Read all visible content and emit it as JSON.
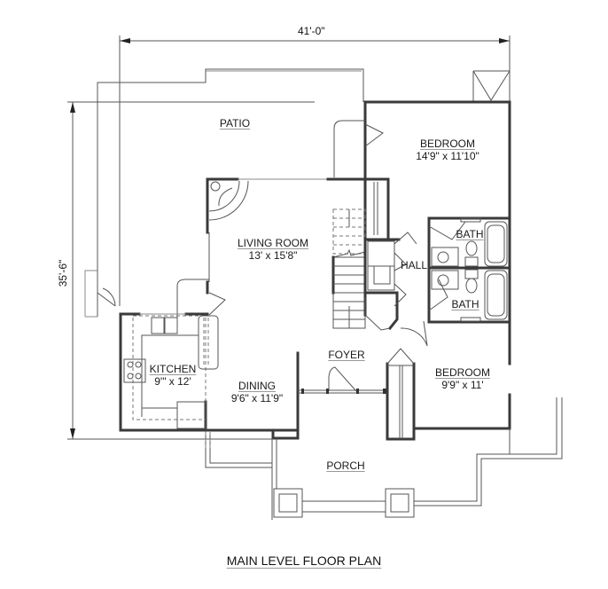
{
  "plan": {
    "title": "MAIN LEVEL FLOOR PLAN",
    "dimensions": {
      "width": "41'-0\"",
      "depth": "35'-6\""
    },
    "rooms": [
      {
        "id": "patio",
        "name": "PATIO",
        "size": ""
      },
      {
        "id": "bedroom-1",
        "name": "BEDROOM",
        "size": "14'9\" x 11'10\""
      },
      {
        "id": "living-room",
        "name": "LIVING ROOM",
        "size": "13' x 15'8\""
      },
      {
        "id": "bath-1",
        "name": "BATH",
        "size": ""
      },
      {
        "id": "hall",
        "name": "HALL",
        "size": ""
      },
      {
        "id": "bath-2",
        "name": "BATH",
        "size": ""
      },
      {
        "id": "kitchen",
        "name": "KITCHEN",
        "size": "9'\" x 12'"
      },
      {
        "id": "foyer",
        "name": "FOYER",
        "size": ""
      },
      {
        "id": "dining",
        "name": "DINING",
        "size": "9'6\" x 11'9\""
      },
      {
        "id": "bedroom-2",
        "name": "BEDROOM",
        "size": "9'9\" x 11'"
      },
      {
        "id": "porch",
        "name": "PORCH",
        "size": ""
      }
    ],
    "colors": {
      "background": "#ffffff",
      "wall": "#3a3a3a",
      "line": "#555555",
      "text": "#1a1a1a"
    }
  }
}
